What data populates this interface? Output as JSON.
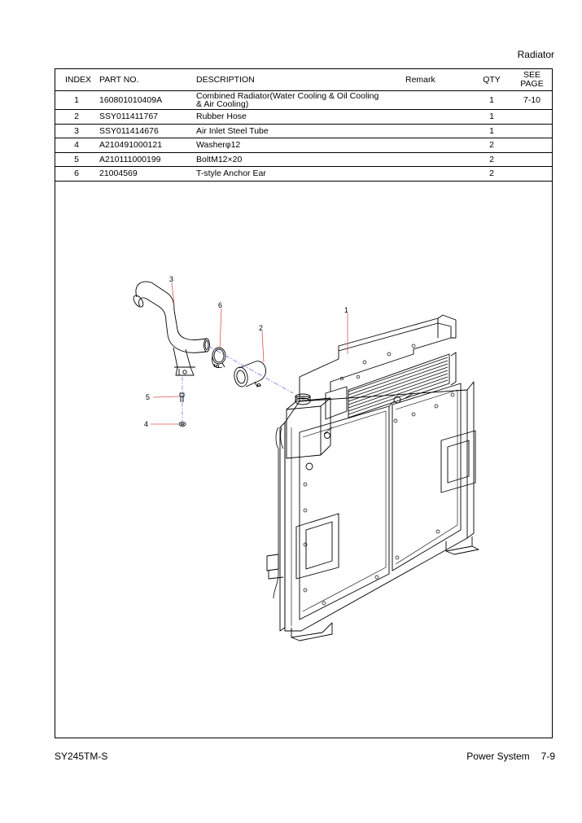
{
  "header": {
    "section_title": "Radiator"
  },
  "table": {
    "columns": {
      "index": "INDEX",
      "part_no": "PART NO.",
      "description": "DESCRIPTION",
      "remark": "Remark",
      "qty": "QTY",
      "see_page_line1": "SEE",
      "see_page_line2": "PAGE"
    },
    "rows": [
      {
        "index": "1",
        "part_no": "160801010409A",
        "description_line1": "Combined Radiator(Water Cooling & Oil Cooling",
        "description_line2": "& Air Cooling)",
        "remark": "",
        "qty": "1",
        "see_page": "7-10"
      },
      {
        "index": "2",
        "part_no": "SSY011411767",
        "description": "Rubber Hose",
        "remark": "",
        "qty": "1",
        "see_page": ""
      },
      {
        "index": "3",
        "part_no": "SSY011414676",
        "description": "Air Inlet Steel Tube",
        "remark": "",
        "qty": "1",
        "see_page": ""
      },
      {
        "index": "4",
        "part_no": "A210491000121",
        "description": "Washerφ12",
        "remark": "",
        "qty": "2",
        "see_page": ""
      },
      {
        "index": "5",
        "part_no": "A210111000199",
        "description": "BoltM12×20",
        "remark": "",
        "qty": "2",
        "see_page": ""
      },
      {
        "index": "6",
        "part_no": "21004569",
        "description": "T-style Anchor Ear",
        "remark": "",
        "qty": "2",
        "see_page": ""
      }
    ]
  },
  "diagram": {
    "callouts": [
      "1",
      "2",
      "3",
      "4",
      "5",
      "6"
    ],
    "leader_color": "#e05050"
  },
  "footer": {
    "model": "SY245TM-S",
    "chapter": "Power System",
    "page": "7-9"
  }
}
